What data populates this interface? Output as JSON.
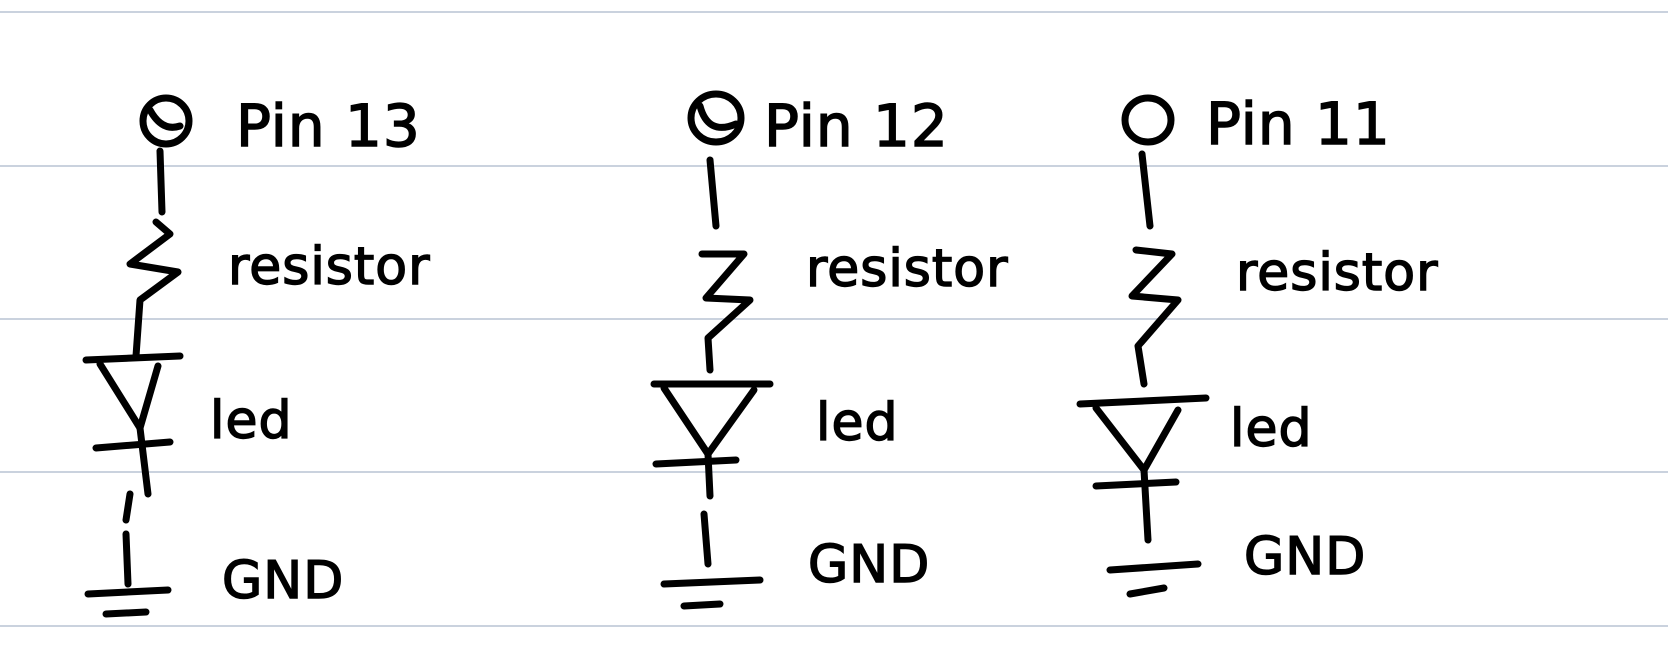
{
  "notebook": {
    "line_color": "#b9c3d3",
    "ink_color": "#000000",
    "background": "#ffffff"
  },
  "circuits": [
    {
      "pin_label": "Pin 13",
      "resistor_label": "resistor",
      "led_label": "led",
      "ground_label": "GND"
    },
    {
      "pin_label": "Pin 12",
      "resistor_label": "resistor",
      "led_label": "led",
      "ground_label": "GND"
    },
    {
      "pin_label": "Pin 11",
      "resistor_label": "resistor",
      "led_label": "led",
      "ground_label": "GND"
    }
  ]
}
